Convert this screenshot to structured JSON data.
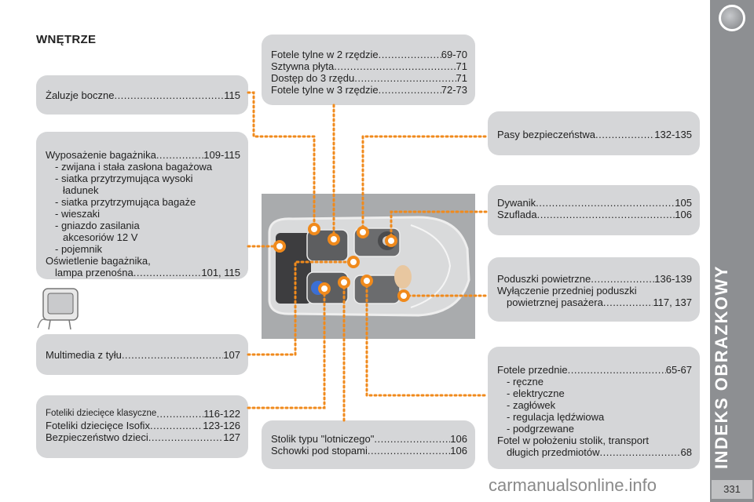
{
  "title": "WNĘTRZE",
  "sidebar": {
    "title": "INDEKS OBRAZKOWY",
    "page": "331"
  },
  "watermark": "carmanualsonline.info",
  "boxes": {
    "zaluzje": {
      "text": "Żaluzje boczne",
      "page": "115"
    },
    "wyposazenie": {
      "main": {
        "text": "Wyposażenie bagażnika",
        "page": "109-115"
      },
      "items": [
        "- zwijana i stała zasłona bagażowa",
        "- siatka przytrzymująca wysoki",
        "ładunek",
        "- siatka przytrzymująca bagaże",
        "- wieszaki",
        "- gniazdo zasilania",
        "akcesoriów 12 V",
        "- pojemnik"
      ],
      "oswietlenie": "Oświetlenie bagażnika,",
      "lampa": {
        "text": "lampa przenośna",
        "page": "101, 115"
      }
    },
    "multimedia": {
      "text": "Multimedia z tyłu",
      "page": "107"
    },
    "foteliki": [
      {
        "text": "Foteliki dziecięce klasyczne",
        "page": "116-122"
      },
      {
        "text": "Foteliki dziecięce Isofix",
        "page": "123-126"
      },
      {
        "text": "Bezpieczeństwo dzieci",
        "page": "127"
      }
    ],
    "fotele_tylne": [
      {
        "text": "Fotele tylne w 2 rzędzie",
        "page": "69-70"
      },
      {
        "text": "Sztywna płyta",
        "page": "71"
      },
      {
        "text": "Dostęp do 3 rzędu",
        "page": "71"
      },
      {
        "text": "Fotele tylne w 3 rzędzie",
        "page": "72-73"
      }
    ],
    "stolik": [
      {
        "text": "Stolik typu \"lotniczego\"",
        "page": "106"
      },
      {
        "text": "Schowki pod stopami",
        "page": "106"
      }
    ],
    "pasy": {
      "text": "Pasy bezpieczeństwa",
      "page": "132-135"
    },
    "dywanik": [
      {
        "text": "Dywanik",
        "page": "105"
      },
      {
        "text": "Szuflada",
        "page": "106"
      }
    ],
    "poduszki": {
      "main": {
        "text": "Poduszki powietrzne",
        "page": "136-139"
      },
      "wylaczenie": "Wyłączenie przedniej poduszki",
      "pasazera": {
        "text": "powietrznej pasażera",
        "page": "117, 137"
      }
    },
    "fotele_przednie": {
      "main": {
        "text": "Fotele przednie",
        "page": "65-67"
      },
      "items": [
        "- ręczne",
        "- elektryczne",
        "- zagłówek",
        "- regulacja lędźwiowa",
        "- podgrzewane"
      ],
      "stolik": "Fotel w położeniu stolik, transport",
      "dlugich": {
        "text": "długich przedmiotów",
        "page": "68"
      }
    }
  },
  "colors": {
    "callout": "#f08a1c",
    "box": "#d5d6d8",
    "sidebar": "#8d8f92"
  }
}
